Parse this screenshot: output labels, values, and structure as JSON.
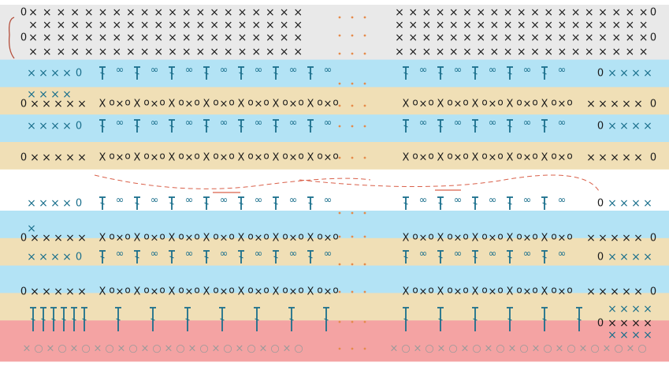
{
  "chart": {
    "colors": {
      "gray_band": "#e9e9e9",
      "blue_band": "#b3e3f5",
      "tan_band": "#f0dfb6",
      "red_band": "#f4a3a3",
      "white_band": "#ffffff",
      "black_symbol": "#1a1a1a",
      "teal_symbol": "#1a6f8c",
      "gray_symbol": "#9a9a9a",
      "orange_dot": "#e58a4a",
      "red_dash": "#d9604a",
      "bracket": "#b44d3a"
    },
    "legend_symbols": {
      "single_crochet": "×",
      "chain": "○",
      "double_crochet": "T",
      "two_chain": "∞"
    },
    "band_rows": [
      "gray",
      "gray",
      "gray",
      "gray",
      "blue",
      "blue",
      "tan",
      "tan",
      "blue",
      "blue",
      "tan",
      "tan",
      "white",
      "white",
      "white",
      "blue",
      "blue",
      "tan",
      "tan",
      "blue",
      "blue",
      "tan",
      "tan",
      "red",
      "red",
      "red",
      "white"
    ],
    "section_break": {
      "type": "wavy-dash-line"
    },
    "foundation_row": {
      "pattern": "×○×○×○"
    }
  }
}
